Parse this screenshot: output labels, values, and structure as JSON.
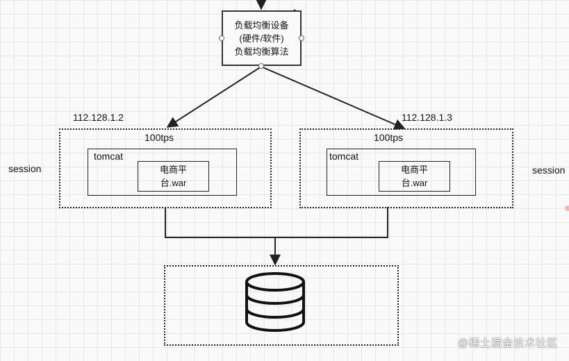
{
  "load_balancer": {
    "line1": "负载均衡设备",
    "line2": "(硬件/软件)",
    "line3": "负载均衡算法"
  },
  "servers": [
    {
      "ip": "112.128.1.2",
      "tps": "100tps",
      "container": "tomcat",
      "app_line1": "电商平",
      "app_line2": "台.war",
      "session_label": "session"
    },
    {
      "ip": "112.128.1.3",
      "tps": "100tps",
      "container": "tomcat",
      "app_line1": "电商平",
      "app_line2": "台.war",
      "session_label": "session"
    }
  ],
  "watermark": "@稀土掘金技术社区",
  "icons": [
    "database-icon",
    "move-cursor-icon"
  ]
}
